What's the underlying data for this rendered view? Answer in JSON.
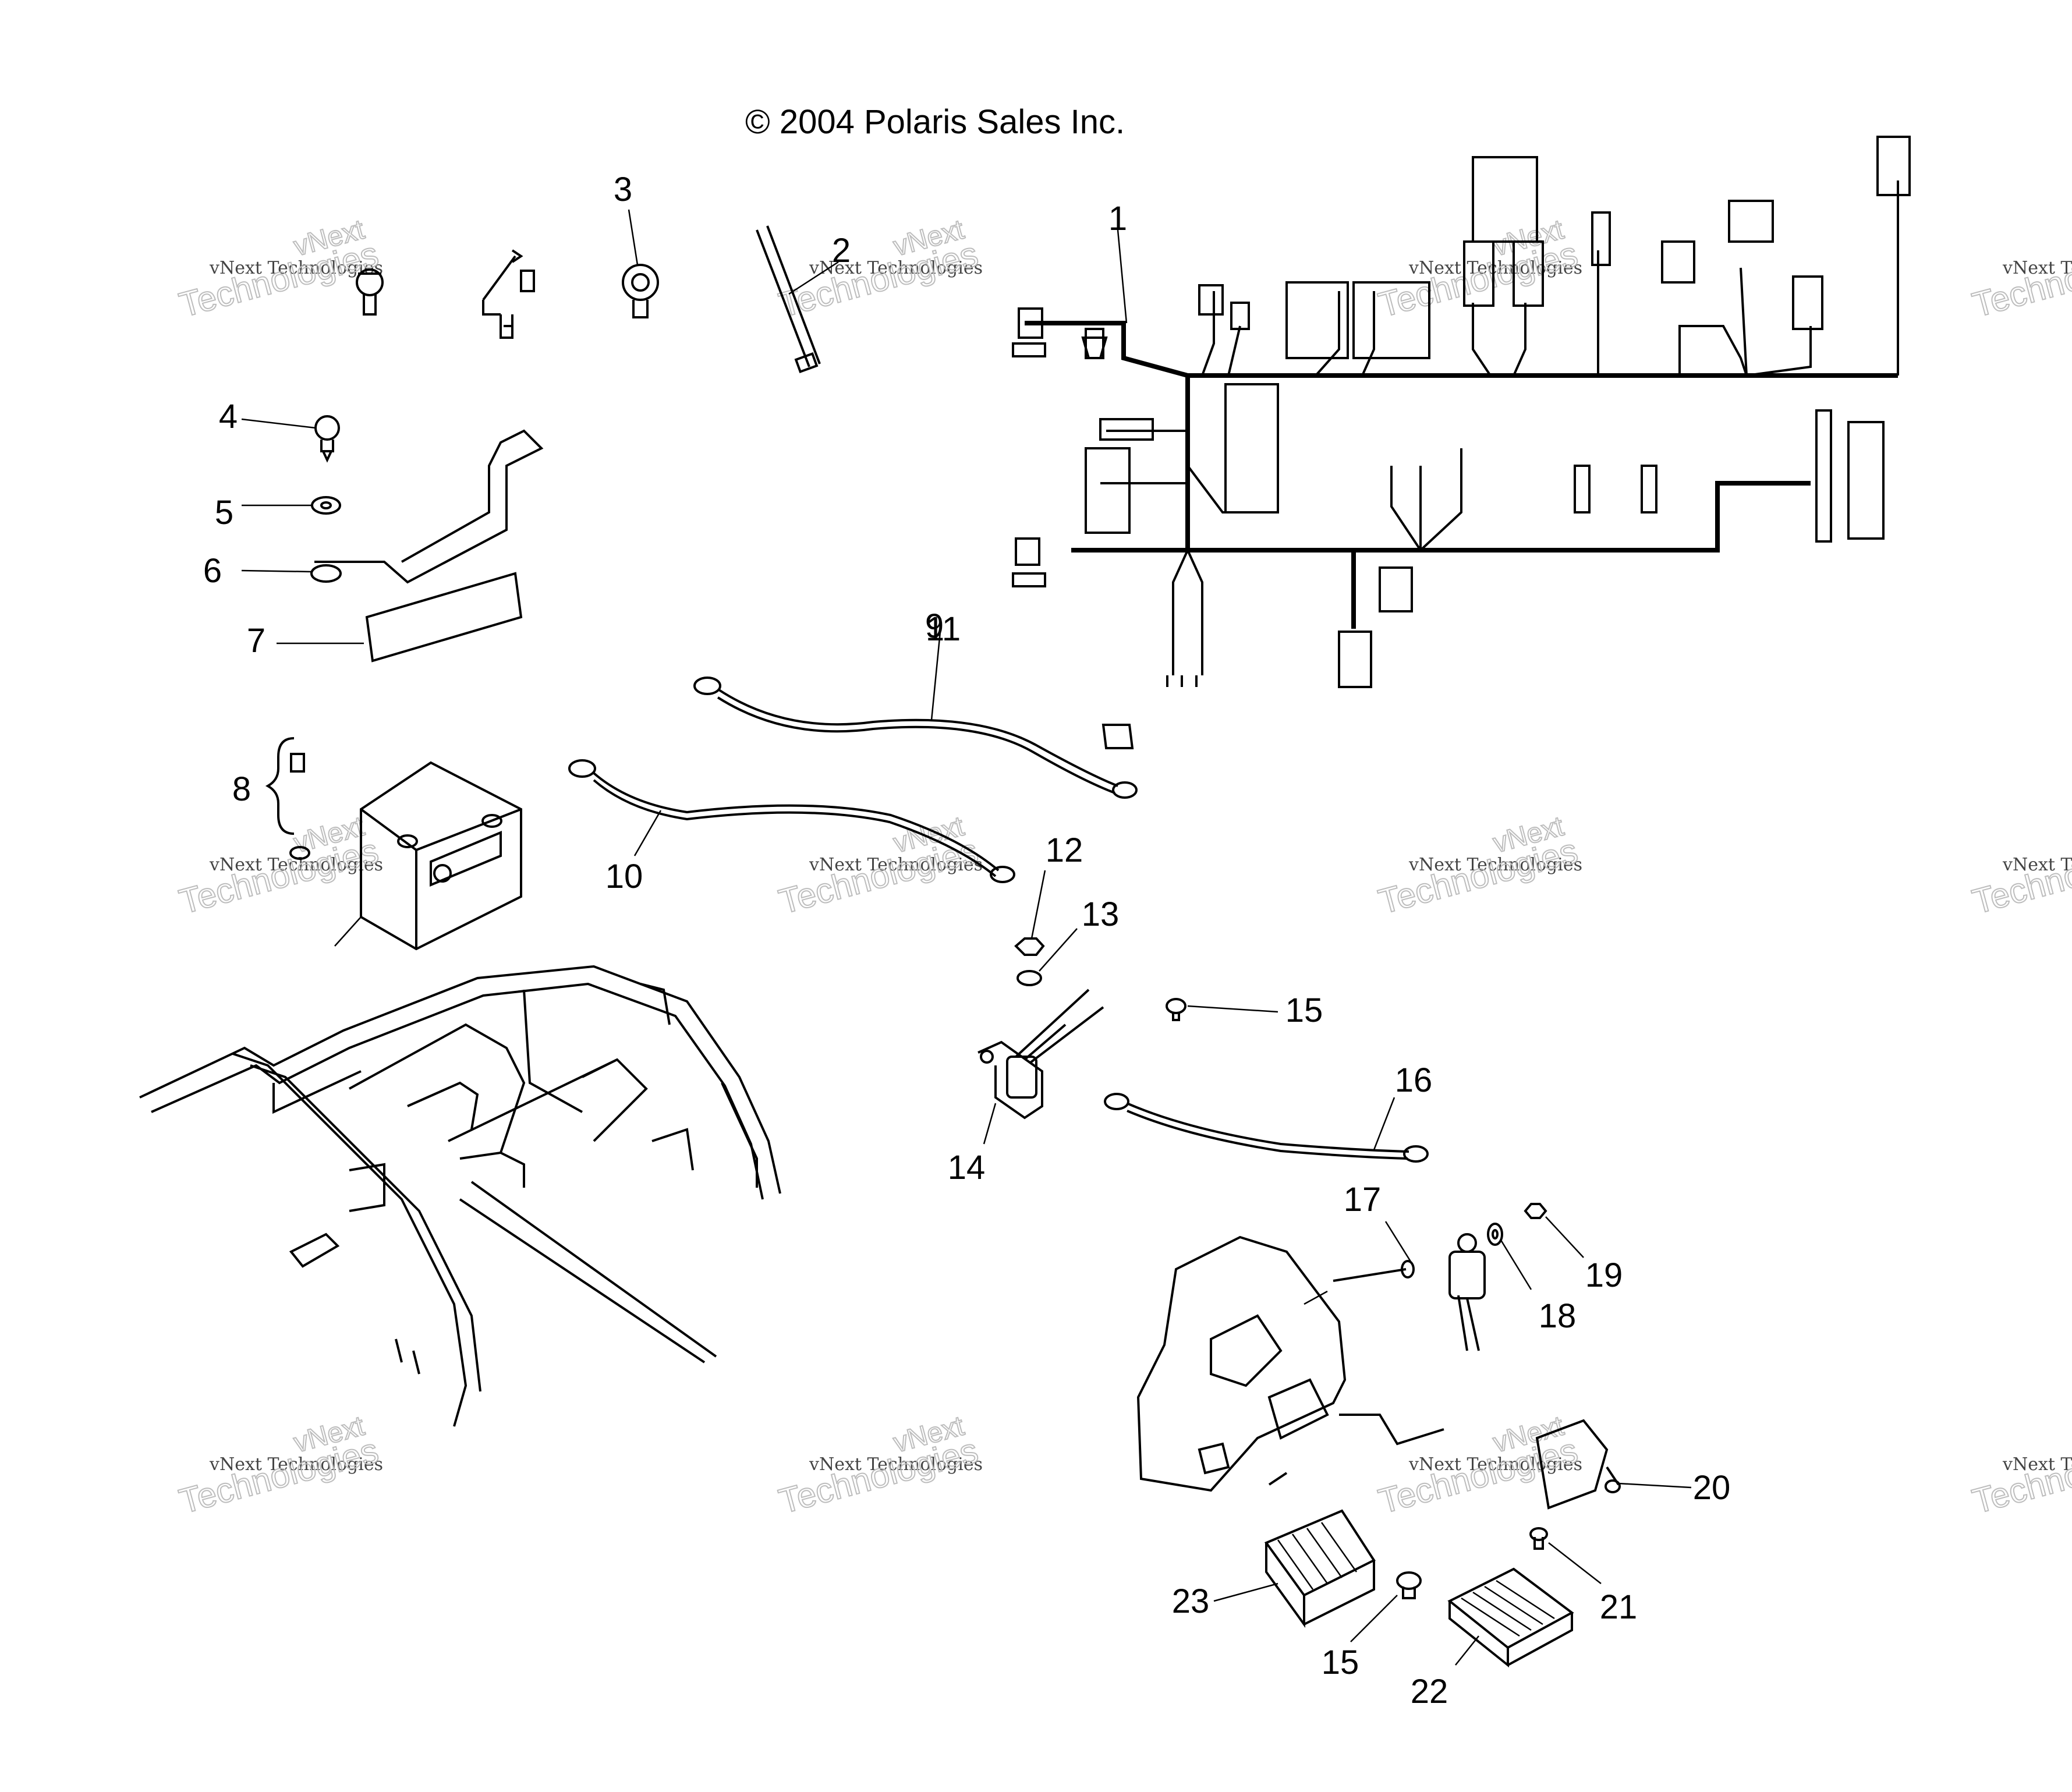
{
  "copyright": "© 2004 Polaris Sales Inc.",
  "watermark": {
    "lines": [
      "vNext",
      "vNext Technologies",
      "Technologies"
    ]
  },
  "callouts": [
    {
      "n": "1"
    },
    {
      "n": "2"
    },
    {
      "n": "3"
    },
    {
      "n": "4"
    },
    {
      "n": "5"
    },
    {
      "n": "6"
    },
    {
      "n": "7"
    },
    {
      "n": "8"
    },
    {
      "n": "9"
    },
    {
      "n": "10"
    },
    {
      "n": "11"
    },
    {
      "n": "12"
    },
    {
      "n": "13"
    },
    {
      "n": "14"
    },
    {
      "n": "15"
    },
    {
      "n": "16"
    },
    {
      "n": "17"
    },
    {
      "n": "18"
    },
    {
      "n": "19"
    },
    {
      "n": "20"
    },
    {
      "n": "21"
    },
    {
      "n": "22"
    },
    {
      "n": "23"
    },
    {
      "n": "15"
    }
  ]
}
